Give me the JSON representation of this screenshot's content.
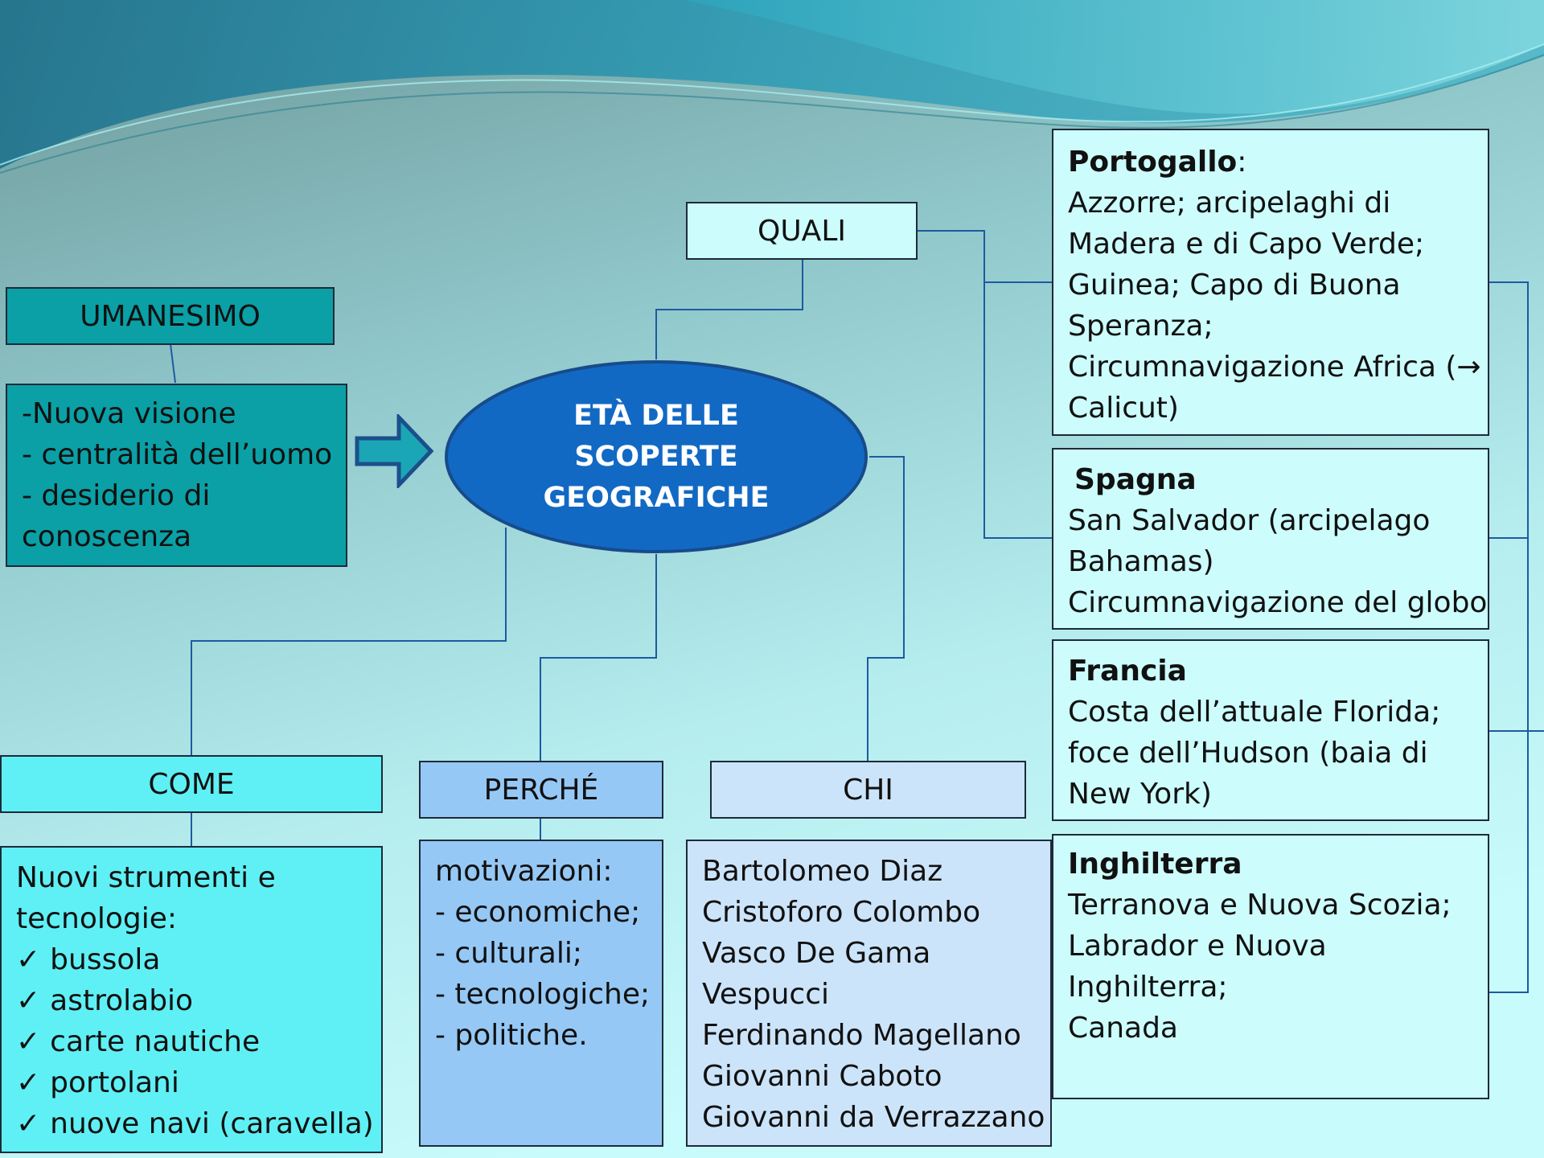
{
  "colors": {
    "teal_box": "#0aa0a6",
    "cyan_box": "#5ff0f5",
    "blue_box": "#96c8f5",
    "light_blue_box": "#cce4fa",
    "pale_box": "#ccfcfc",
    "center_ellipse": "#1269c4",
    "connector": "#1e5aa0"
  },
  "center": {
    "lines": [
      "ETÀ DELLE",
      "SCOPERTE",
      "GEOGRAFICHE"
    ]
  },
  "umanesimo": {
    "title": "UMANESIMO",
    "lines": [
      "-Nuova visione",
      "- centralità dell’uomo",
      "- desiderio di",
      "conoscenza"
    ]
  },
  "quali": {
    "title": "QUALI"
  },
  "come": {
    "title": "COME",
    "intro": [
      "Nuovi strumenti e",
      "tecnologie:"
    ],
    "items": [
      "bussola",
      "astrolabio",
      "carte nautiche",
      "portolani",
      "nuove navi  (caravella)"
    ]
  },
  "perche": {
    "title": "PERCHÉ",
    "lines": [
      "motivazioni:",
      "- economiche;",
      "- culturali;",
      "- tecnologiche;",
      "- politiche."
    ]
  },
  "chi": {
    "title": "CHI",
    "names": [
      "Bartolomeo Diaz",
      "Cristoforo Colombo",
      "Vasco De Gama",
      "Vespucci",
      "Ferdinando Magellano",
      "Giovanni Caboto",
      "Giovanni da Verrazzano"
    ]
  },
  "portogallo": {
    "heading": "Portogallo",
    "heading_suffix": ":",
    "lines": [
      "Azzorre;  arcipelaghi di",
      "Madera e di Capo Verde;",
      "Guinea; Capo di Buona",
      "Speranza;",
      "Circumnavigazione Africa (→",
      "Calicut)"
    ]
  },
  "spagna": {
    "heading": "Spagna",
    "lines": [
      "San Salvador (arcipelago",
      "Bahamas)",
      "Circumnavigazione del globo"
    ]
  },
  "francia": {
    "heading": "Francia",
    "lines": [
      "Costa dell’attuale Florida;",
      "foce dell’Hudson (baia di",
      "New York)"
    ]
  },
  "inghilterra": {
    "heading": "Inghilterra",
    "lines": [
      "Terranova e Nuova Scozia;",
      "Labrador e Nuova",
      "Inghilterra;",
      "Canada"
    ]
  }
}
